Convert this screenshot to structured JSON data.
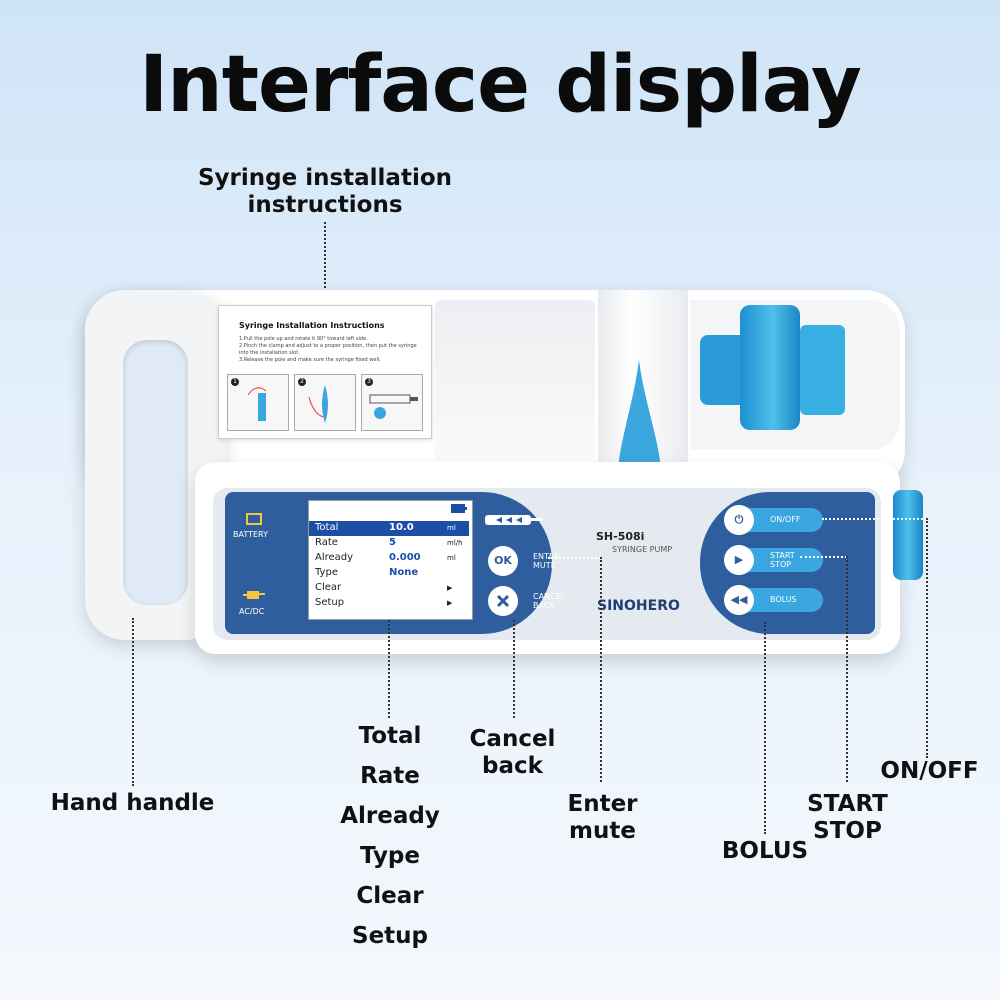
{
  "title": "Interface display",
  "callouts": {
    "syringe_instructions": [
      "Syringe installation",
      "instructions"
    ],
    "hand_handle": "Hand handle",
    "screen_items": [
      "Total",
      "Rate",
      "Already",
      "Type",
      "Clear",
      "Setup"
    ],
    "cancel_back": [
      "Cancel",
      "back"
    ],
    "enter_mute": [
      "Enter",
      "mute"
    ],
    "bolus": "BOLUS",
    "start_stop": [
      "START",
      "STOP"
    ],
    "on_off": "ON/OFF"
  },
  "instruction_card": {
    "heading": "Syringe Installation Instructions",
    "steps": [
      "1.Pull the pole up and rotate it 90° toward left side.",
      "2.Pinch the clamp and adjust to a proper position, then put the syringe into the installation slot.",
      "3.Release the pole and make sure the syringe fixed well."
    ],
    "step_numbers": [
      "1",
      "2",
      "3"
    ]
  },
  "panel": {
    "battery_label": "BATTERY",
    "acdc_label": "AC/DC",
    "enter_label": "ENTER\nMUTE",
    "cancel_label": "CANCEL\nBACK",
    "ok_label": "OK",
    "model": "SH-508i",
    "product": "SYRINGE PUMP",
    "brand": "SINOHERO",
    "on_off_label": "ON/OFF",
    "start_stop_label": "START\nSTOP",
    "bolus_label": "BOLUS"
  },
  "screen": {
    "rows": [
      {
        "key": "Total",
        "value": "10.0",
        "unit": "ml",
        "selected": true
      },
      {
        "key": "Rate",
        "value": "5",
        "unit": "ml/h"
      },
      {
        "key": "Already",
        "value": "0.000",
        "unit": "ml"
      },
      {
        "key": "Type",
        "value": "None",
        "unit": ""
      },
      {
        "key": "Clear",
        "value": "",
        "unit": "▶"
      },
      {
        "key": "Setup",
        "value": "",
        "unit": "▶"
      }
    ]
  },
  "colors": {
    "panel_blue": "#2f5e9e",
    "accent_blue": "#3aa6e0",
    "background": "#dcebf8"
  }
}
